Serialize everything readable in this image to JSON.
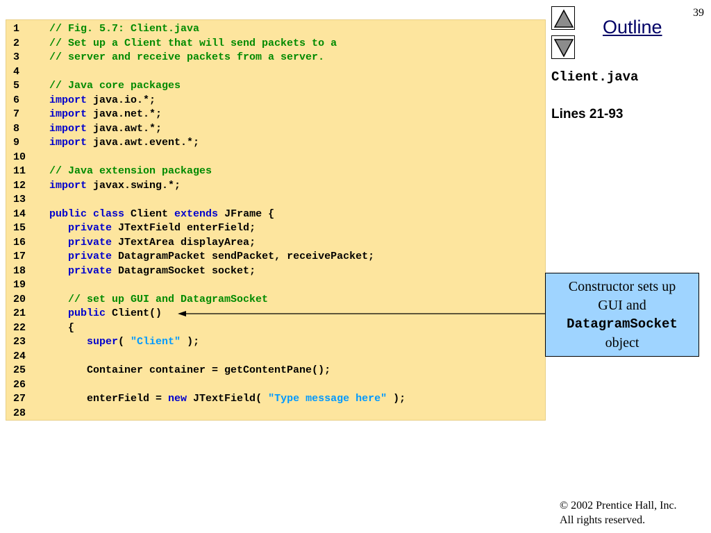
{
  "page_number": "39",
  "nav": {
    "up_icon": "triangle-up-icon",
    "down_icon": "triangle-down-icon"
  },
  "outline_title": "Outline",
  "file_name": "Client.java",
  "lines_label": "Lines 21-93",
  "callout": {
    "line1": "Constructor sets up",
    "line2": "GUI and",
    "line3": "DatagramSocket",
    "line4": "object"
  },
  "code_lines": [
    {
      "n": "1",
      "segs": [
        {
          "t": "// Fig. 5.7: Client.java",
          "c": "cm"
        }
      ]
    },
    {
      "n": "2",
      "segs": [
        {
          "t": "// Set up a Client that will send packets to a",
          "c": "cm"
        }
      ]
    },
    {
      "n": "3",
      "segs": [
        {
          "t": "// server and receive packets from a server.",
          "c": "cm"
        }
      ]
    },
    {
      "n": "4",
      "segs": []
    },
    {
      "n": "5",
      "segs": [
        {
          "t": "// Java core packages",
          "c": "cm"
        }
      ]
    },
    {
      "n": "6",
      "segs": [
        {
          "t": "import",
          "c": "kw"
        },
        {
          "t": " java.io.*;",
          "c": ""
        }
      ]
    },
    {
      "n": "7",
      "segs": [
        {
          "t": "import",
          "c": "kw"
        },
        {
          "t": " java.net.*;",
          "c": ""
        }
      ]
    },
    {
      "n": "8",
      "segs": [
        {
          "t": "import",
          "c": "kw"
        },
        {
          "t": " java.awt.*;",
          "c": ""
        }
      ]
    },
    {
      "n": "9",
      "segs": [
        {
          "t": "import",
          "c": "kw"
        },
        {
          "t": " java.awt.event.*;",
          "c": ""
        }
      ]
    },
    {
      "n": "10",
      "segs": []
    },
    {
      "n": "11",
      "segs": [
        {
          "t": "// Java extension packages",
          "c": "cm"
        }
      ]
    },
    {
      "n": "12",
      "segs": [
        {
          "t": "import",
          "c": "kw"
        },
        {
          "t": " javax.swing.*;",
          "c": ""
        }
      ]
    },
    {
      "n": "13",
      "segs": []
    },
    {
      "n": "14",
      "segs": [
        {
          "t": "public class",
          "c": "kw"
        },
        {
          "t": " Client ",
          "c": ""
        },
        {
          "t": "extends",
          "c": "kw"
        },
        {
          "t": " JFrame {",
          "c": ""
        }
      ]
    },
    {
      "n": "15",
      "segs": [
        {
          "t": "   ",
          "c": ""
        },
        {
          "t": "private",
          "c": "kw"
        },
        {
          "t": " JTextField enterField;",
          "c": ""
        }
      ]
    },
    {
      "n": "16",
      "segs": [
        {
          "t": "   ",
          "c": ""
        },
        {
          "t": "private",
          "c": "kw"
        },
        {
          "t": " JTextArea displayArea;",
          "c": ""
        }
      ]
    },
    {
      "n": "17",
      "segs": [
        {
          "t": "   ",
          "c": ""
        },
        {
          "t": "private",
          "c": "kw"
        },
        {
          "t": " DatagramPacket sendPacket, receivePacket;",
          "c": ""
        }
      ]
    },
    {
      "n": "18",
      "segs": [
        {
          "t": "   ",
          "c": ""
        },
        {
          "t": "private",
          "c": "kw"
        },
        {
          "t": " DatagramSocket socket;",
          "c": ""
        }
      ]
    },
    {
      "n": "19",
      "segs": []
    },
    {
      "n": "20",
      "segs": [
        {
          "t": "   ",
          "c": ""
        },
        {
          "t": "// set up GUI and DatagramSocket",
          "c": "cm"
        }
      ]
    },
    {
      "n": "21",
      "segs": [
        {
          "t": "   ",
          "c": ""
        },
        {
          "t": "public",
          "c": "kw"
        },
        {
          "t": " Client()",
          "c": ""
        }
      ]
    },
    {
      "n": "22",
      "segs": [
        {
          "t": "   {",
          "c": ""
        }
      ]
    },
    {
      "n": "23",
      "segs": [
        {
          "t": "      ",
          "c": ""
        },
        {
          "t": "super",
          "c": "kw"
        },
        {
          "t": "( ",
          "c": ""
        },
        {
          "t": "\"Client\"",
          "c": "st"
        },
        {
          "t": " );",
          "c": ""
        }
      ]
    },
    {
      "n": "24",
      "segs": []
    },
    {
      "n": "25",
      "segs": [
        {
          "t": "      Container container = getContentPane();",
          "c": ""
        }
      ]
    },
    {
      "n": "26",
      "segs": []
    },
    {
      "n": "27",
      "segs": [
        {
          "t": "      enterField = ",
          "c": ""
        },
        {
          "t": "new",
          "c": "kw"
        },
        {
          "t": " JTextField( ",
          "c": ""
        },
        {
          "t": "\"Type message here\"",
          "c": "st"
        },
        {
          "t": " );",
          "c": ""
        }
      ]
    },
    {
      "n": "28",
      "segs": []
    }
  ],
  "copyright": {
    "line1": "© 2002 Prentice Hall, Inc.",
    "line2": "All rights reserved."
  }
}
